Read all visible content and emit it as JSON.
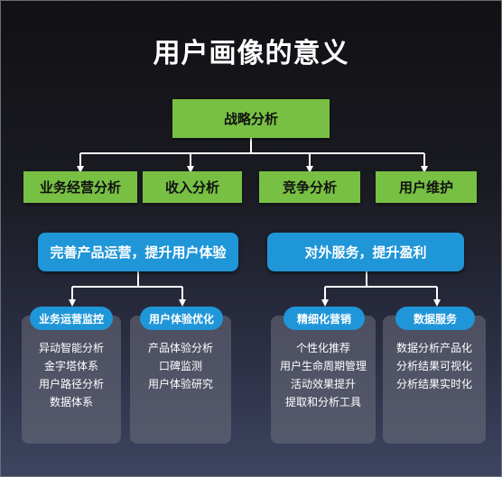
{
  "title": "用户画像的意义",
  "root": "战略分析",
  "level1": [
    "业务经营分析",
    "收入分析",
    "竞争分析",
    "用户维护"
  ],
  "groups": [
    {
      "label": "完善产品运营，提升用户体验",
      "sub": [
        {
          "label": "业务运营监控",
          "items": [
            "异动智能分析",
            "金字塔体系",
            "用户路径分析",
            "数据体系"
          ]
        },
        {
          "label": "用户体验优化",
          "items": [
            "产品体验分析",
            "口碑监测",
            "用户体验研究"
          ]
        }
      ]
    },
    {
      "label": "对外服务，提升盈利",
      "sub": [
        {
          "label": "精细化营销",
          "items": [
            "个性化推荐",
            "用户生命周期管理",
            "活动效果提升",
            "提取和分析工具"
          ]
        },
        {
          "label": "数据服务",
          "items": [
            "数据分析产品化",
            "分析结果可视化",
            "分析结果实时化"
          ]
        }
      ]
    }
  ],
  "colors": {
    "green": "#77c043",
    "blue": "#1f96d8",
    "arrow": "#ffffff"
  }
}
